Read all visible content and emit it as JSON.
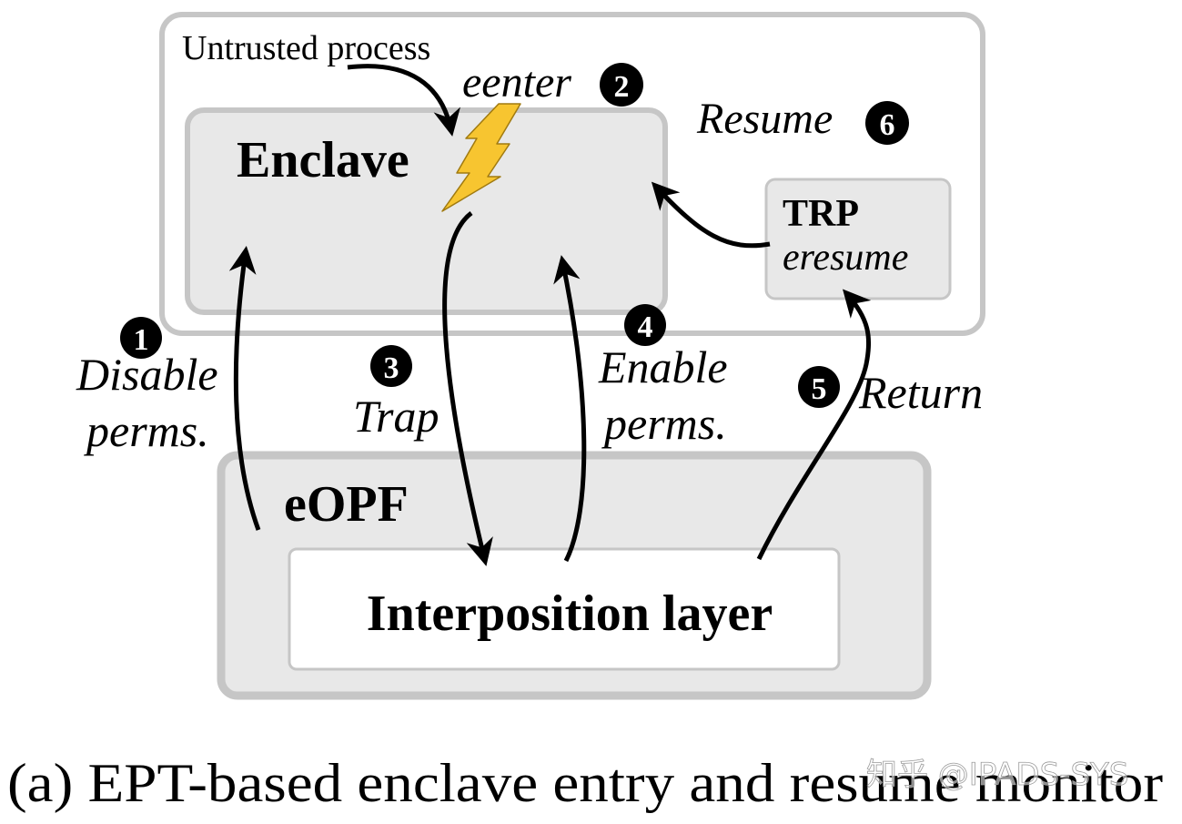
{
  "boxes": {
    "untrusted_process": "Untrusted process",
    "enclave": "Enclave",
    "trp_title": "TRP",
    "trp_sub": "eresume",
    "eopf": "eOPF",
    "interposition": "Interposition layer"
  },
  "steps": [
    {
      "num": "1",
      "line1": "Disable",
      "line2": "perms."
    },
    {
      "num": "2",
      "line1": "eenter"
    },
    {
      "num": "3",
      "line1": "Trap"
    },
    {
      "num": "4",
      "line1": "Enable",
      "line2": "perms."
    },
    {
      "num": "5",
      "line1": "Return"
    },
    {
      "num": "6",
      "line1": "Resume"
    }
  ],
  "caption": "(a) EPT-based enclave entry and resume monitor",
  "watermark": "知乎 @IPADS-SYS",
  "colors": {
    "box_fill": "#e8e8e8",
    "box_border": "#c6c6c6",
    "inner_fill": "#ffffff",
    "lightning": "#f7c530",
    "lightning_stroke": "#a07a10",
    "arrow": "#000000"
  }
}
